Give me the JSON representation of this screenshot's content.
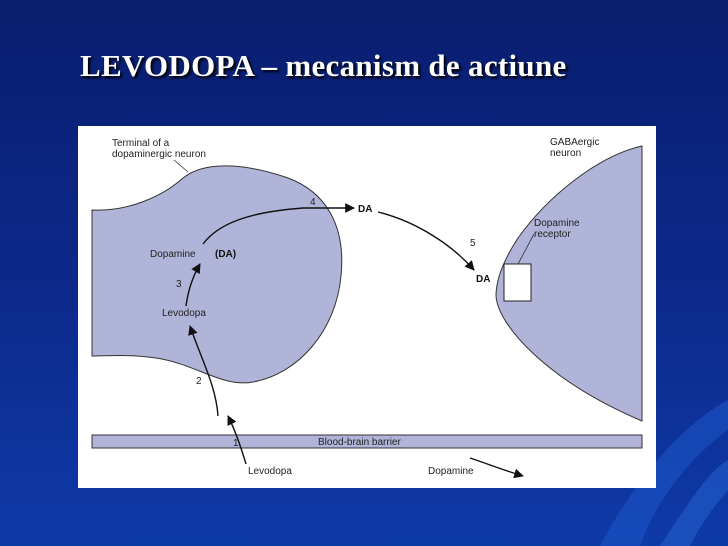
{
  "slide": {
    "title": "LEVODOPA – mecanism de actiune"
  },
  "colors": {
    "background": "#0c2a8c",
    "title_text": "#ffffff",
    "cell_fill": "#b0b4d8",
    "outline": "#333333"
  },
  "diagram": {
    "terminal_label_line1": "Terminal of a",
    "terminal_label_line2": "dopaminergic neuron",
    "gaba_label_line1": "GABAergic",
    "gaba_label_line2": "neuron",
    "receptor_label_line1": "Dopamine",
    "receptor_label_line2": "receptor",
    "dopamine_text": "Dopamine",
    "dopamine_abbrev": "(DA)",
    "levodopa_inside": "Levodopa",
    "da_synapse": "DA",
    "da_receptor": "DA",
    "barrier_label": "Blood-brain barrier",
    "levodopa_bottom": "Levodopa",
    "dopamine_bottom": "Dopamine",
    "steps": [
      "1",
      "2",
      "3",
      "4",
      "5"
    ]
  }
}
